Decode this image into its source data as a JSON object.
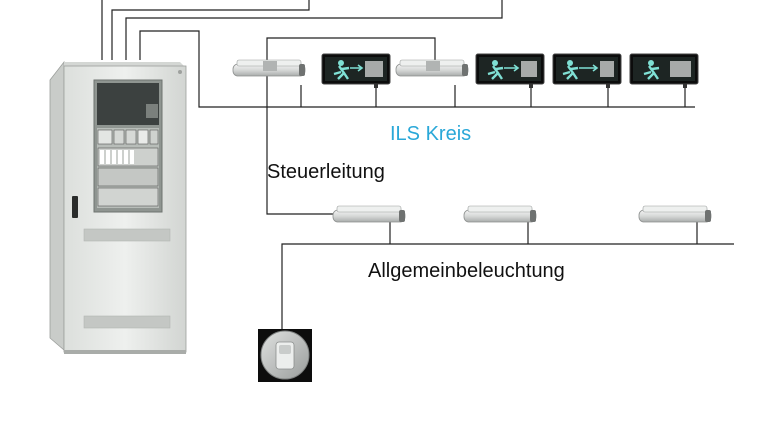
{
  "labels": {
    "ils_circuit": "ILS Kreis",
    "control_line": "Steuerleitung",
    "general_lighting": "Allgemeinbeleuchtung"
  },
  "colors": {
    "ils_label": "#2aa8d8",
    "wire": "#222222",
    "cabinet": "#e9ebe8",
    "sign_bg": "#0c0c0c",
    "sign_figure": "#7fe0d4"
  },
  "icons": {
    "cabinet": "emergency-lighting-cabinet",
    "fluorescent": "fluorescent-luminaire",
    "exit_sign": "exit-sign-running-man",
    "switch": "light-switch"
  },
  "components": {
    "ils_row": [
      "fluorescent",
      "exit-sign",
      "fluorescent",
      "exit-sign",
      "exit-sign",
      "exit-sign"
    ],
    "general_row": [
      "fluorescent",
      "fluorescent",
      "fluorescent"
    ]
  }
}
